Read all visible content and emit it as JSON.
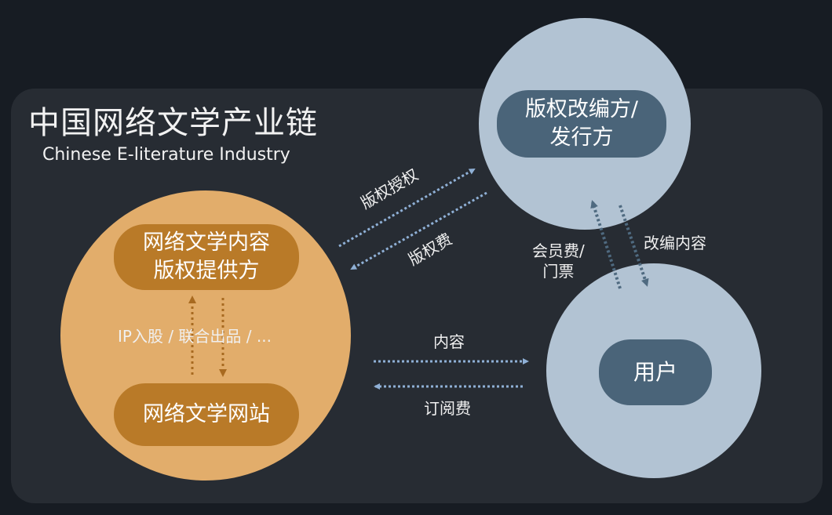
{
  "title": "中国网络文学产业链",
  "subtitle": "Chinese E-literature Industry",
  "nodes": {
    "provider": "网络文学内容\n版权提供方",
    "website": "网络文学网站",
    "adapter": "版权改编方/\n发行方",
    "user": "用户"
  },
  "edges": {
    "ip_relation": "IP入股 / 联合出品 / ...",
    "license": "版权授权",
    "license_fee": "版权费",
    "content": "内容",
    "subscription_fee": "订阅费",
    "membership_fee": "会员费/\n门票",
    "adapted_content": "改编内容"
  },
  "colors": {
    "orange_circle": "#e2ad6b",
    "orange_pill": "#b97a28",
    "blue_circle": "#b2c3d3",
    "blue_pill": "#4a6479",
    "arrow": "#8fb0d6"
  }
}
